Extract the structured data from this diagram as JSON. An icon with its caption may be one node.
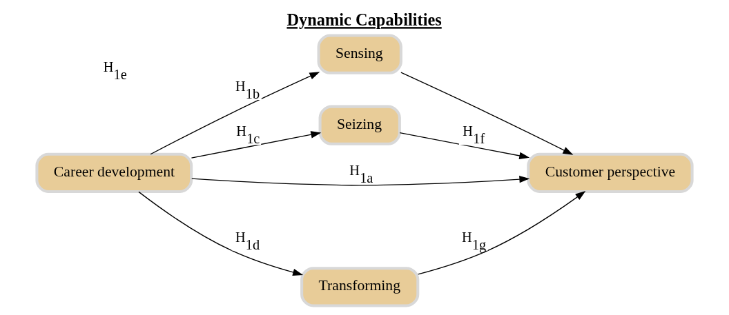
{
  "diagram": {
    "title": "Dynamic Capabilities",
    "nodes": [
      {
        "text": [
          "Career development"
        ]
      },
      {
        "text": [
          "Sensing"
        ]
      },
      {
        "text": [
          "Seizing"
        ]
      },
      {
        "text": [
          "Transforming"
        ]
      },
      {
        "text": [
          "Customer perspective"
        ]
      }
    ],
    "edges": [
      {
        "from": 0,
        "to": 1,
        "arrow": "to",
        "label": "H$_{1b}$"
      },
      {
        "from": 0,
        "to": 2,
        "arrow": "to",
        "label": "H$_{1c}$"
      },
      {
        "from": 0,
        "to": 4,
        "arrow": "to",
        "label": "H$_{1a}$"
      },
      {
        "from": 0,
        "to": 3,
        "arrow": "to",
        "label": "H$_{1d}$"
      },
      {
        "from": 1,
        "to": 4,
        "arrow": "to"
      },
      {
        "from": 2,
        "to": 4,
        "arrow": "to",
        "label": "H$_{1f}$"
      },
      {
        "from": 3,
        "to": 4,
        "arrow": "to",
        "label": "H$_{1g}$"
      }
    ],
    "labels": [
      "H$_{1e}$"
    ]
  }
}
